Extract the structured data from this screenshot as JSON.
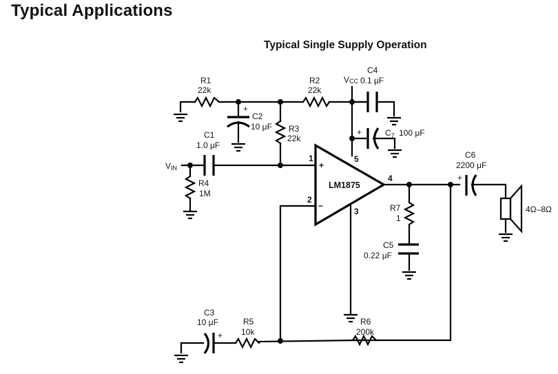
{
  "page": {
    "heading": "Typical Applications",
    "subheading": "Typical Single Supply Operation"
  },
  "circuit": {
    "ic": {
      "name": "LM1875",
      "pins": {
        "noninv": "1",
        "inv": "2",
        "gnd": "3",
        "out": "4",
        "vcc": "5"
      },
      "noninv_sign": "+",
      "inv_sign": "−"
    },
    "supply_label": "VCC",
    "supply_main": "V",
    "supply_sub": "CC",
    "input_main": "V",
    "input_sub": "IN",
    "components": {
      "R1": {
        "ref": "R1",
        "value": "22k"
      },
      "R2": {
        "ref": "R2",
        "value": "22k"
      },
      "R3": {
        "ref": "R3",
        "value": "22k"
      },
      "R4": {
        "ref": "R4",
        "value": "1M"
      },
      "R5": {
        "ref": "R5",
        "value": "10k"
      },
      "R6": {
        "ref": "R6",
        "value": "200k"
      },
      "R7": {
        "ref": "R7",
        "value": "1"
      },
      "C1": {
        "ref": "C1",
        "value": "1.0 μF"
      },
      "C2": {
        "ref": "C2",
        "value": "10 μF"
      },
      "C3": {
        "ref": "C3",
        "value": "10 μF"
      },
      "C4": {
        "ref": "C4",
        "value": "0.1 μF"
      },
      "C5": {
        "ref": "C5",
        "value": "0.22 μF"
      },
      "C6": {
        "ref": "C6",
        "value": "2200 μF"
      },
      "C7": {
        "ref": "C7",
        "value": "100 μF",
        "ref_main": "C",
        "ref_sub": "7"
      },
      "SPK": {
        "value": "4Ω–8Ω"
      }
    },
    "polarity_mark": "+"
  }
}
